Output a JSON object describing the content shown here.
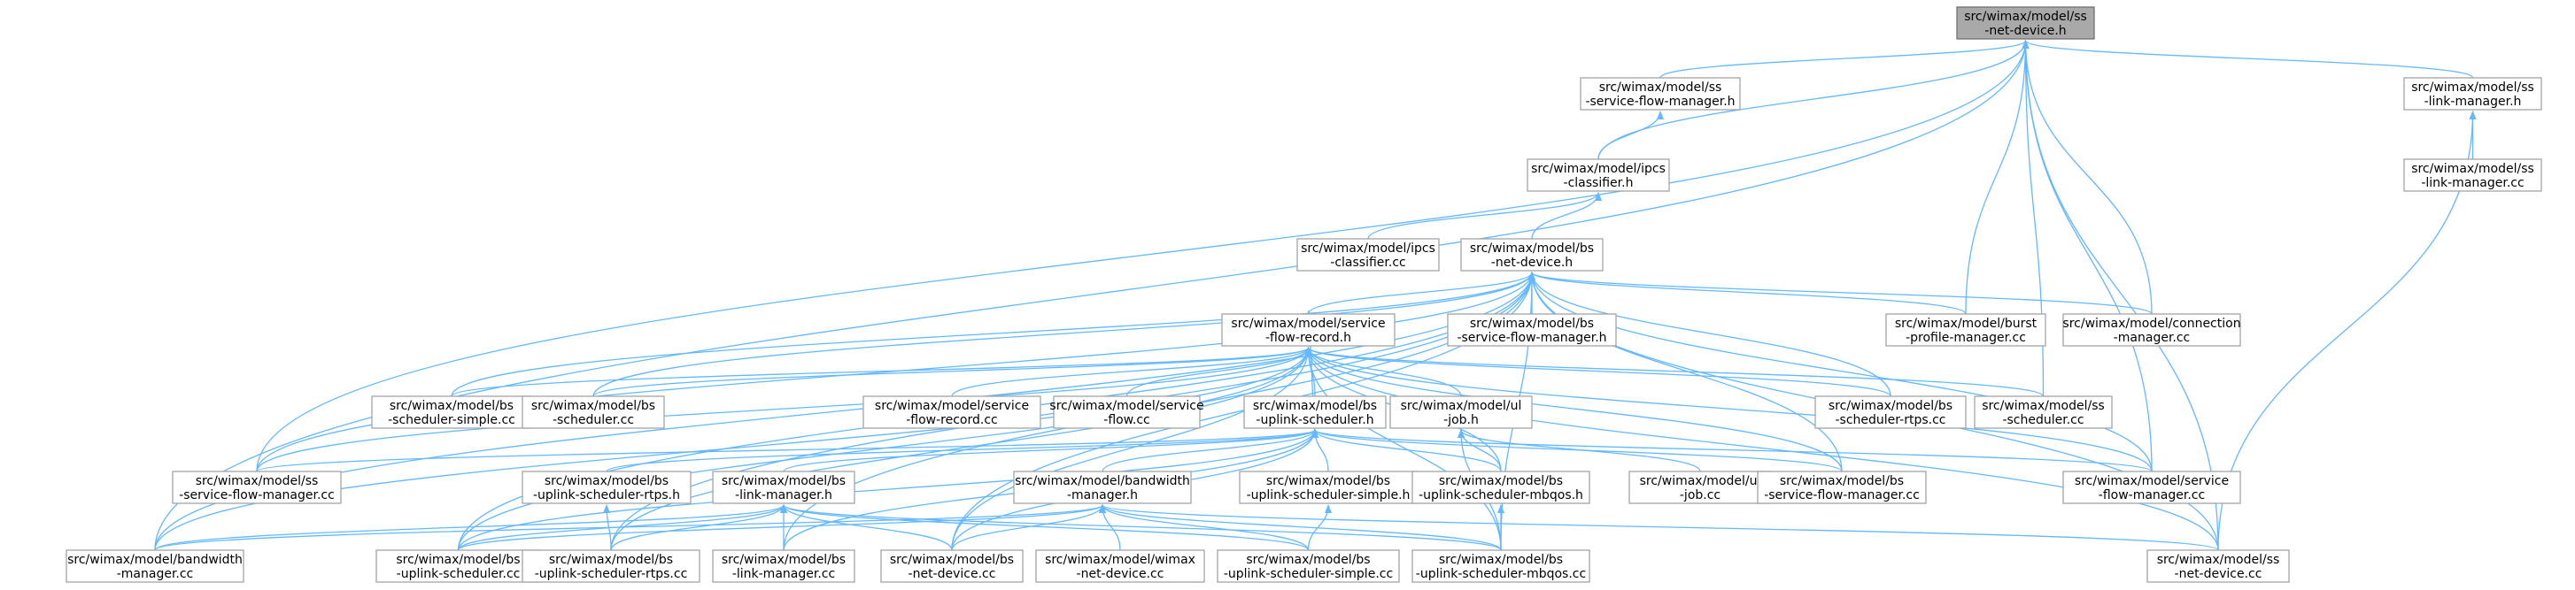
{
  "diagram": {
    "type": "include-dependency-graph",
    "colors": {
      "edge": "#63b8ff",
      "root_fill": "#a9a9a9",
      "node_border": "#a3a3a3",
      "text": "#000000"
    },
    "nodes": [
      {
        "id": "ss-net-device-h",
        "lines": [
          "src/wimax/model/ss",
          "-net-device.h"
        ],
        "root": true
      },
      {
        "id": "ss-service-flow-manager-h",
        "lines": [
          "src/wimax/model/ss",
          "-service-flow-manager.h"
        ]
      },
      {
        "id": "ss-link-manager-h",
        "lines": [
          "src/wimax/model/ss",
          "-link-manager.h"
        ]
      },
      {
        "id": "ipcs-classifier-h",
        "lines": [
          "src/wimax/model/ipcs",
          "-classifier.h"
        ]
      },
      {
        "id": "ss-link-manager-cc",
        "lines": [
          "src/wimax/model/ss",
          "-link-manager.cc"
        ]
      },
      {
        "id": "ipcs-classifier-cc",
        "lines": [
          "src/wimax/model/ipcs",
          "-classifier.cc"
        ]
      },
      {
        "id": "bs-net-device-h",
        "lines": [
          "src/wimax/model/bs",
          "-net-device.h"
        ]
      },
      {
        "id": "burst-profile-manager-cc",
        "lines": [
          "src/wimax/model/burst",
          "-profile-manager.cc"
        ]
      },
      {
        "id": "connection-manager-cc",
        "lines": [
          "src/wimax/model/connection",
          "-manager.cc"
        ]
      },
      {
        "id": "service-flow-record-h",
        "lines": [
          "src/wimax/model/service",
          "-flow-record.h"
        ]
      },
      {
        "id": "bs-service-flow-manager-h",
        "lines": [
          "src/wimax/model/bs",
          "-service-flow-manager.h"
        ]
      },
      {
        "id": "bs-scheduler-simple-cc",
        "lines": [
          "src/wimax/model/bs",
          "-scheduler-simple.cc"
        ]
      },
      {
        "id": "bs-scheduler-cc",
        "lines": [
          "src/wimax/model/bs",
          "-scheduler.cc"
        ]
      },
      {
        "id": "service-flow-record-cc",
        "lines": [
          "src/wimax/model/service",
          "-flow-record.cc"
        ]
      },
      {
        "id": "service-flow-cc",
        "lines": [
          "src/wimax/model/service",
          "-flow.cc"
        ]
      },
      {
        "id": "bs-uplink-scheduler-h",
        "lines": [
          "src/wimax/model/bs",
          "-uplink-scheduler.h"
        ]
      },
      {
        "id": "ul-job-h",
        "lines": [
          "src/wimax/model/ul",
          "-job.h"
        ]
      },
      {
        "id": "bs-scheduler-rtps-cc",
        "lines": [
          "src/wimax/model/bs",
          "-scheduler-rtps.cc"
        ]
      },
      {
        "id": "ss-scheduler-cc",
        "lines": [
          "src/wimax/model/ss",
          "-scheduler.cc"
        ]
      },
      {
        "id": "ss-service-flow-manager-cc",
        "lines": [
          "src/wimax/model/ss",
          "-service-flow-manager.cc"
        ]
      },
      {
        "id": "bs-uplink-scheduler-rtps-h",
        "lines": [
          "src/wimax/model/bs",
          "-uplink-scheduler-rtps.h"
        ]
      },
      {
        "id": "bs-link-manager-h",
        "lines": [
          "src/wimax/model/bs",
          "-link-manager.h"
        ]
      },
      {
        "id": "bandwidth-manager-h",
        "lines": [
          "src/wimax/model/bandwidth",
          "-manager.h"
        ]
      },
      {
        "id": "bs-uplink-scheduler-simple-h",
        "lines": [
          "src/wimax/model/bs",
          "-uplink-scheduler-simple.h"
        ]
      },
      {
        "id": "bs-uplink-scheduler-mbqos-h",
        "lines": [
          "src/wimax/model/bs",
          "-uplink-scheduler-mbqos.h"
        ]
      },
      {
        "id": "ul-job-cc",
        "lines": [
          "src/wimax/model/ul",
          "-job.cc"
        ]
      },
      {
        "id": "bs-service-flow-manager-cc",
        "lines": [
          "src/wimax/model/bs",
          "-service-flow-manager.cc"
        ]
      },
      {
        "id": "service-flow-manager-cc",
        "lines": [
          "src/wimax/model/service",
          "-flow-manager.cc"
        ]
      },
      {
        "id": "bandwidth-manager-cc",
        "lines": [
          "src/wimax/model/bandwidth",
          "-manager.cc"
        ]
      },
      {
        "id": "bs-uplink-scheduler-cc",
        "lines": [
          "src/wimax/model/bs",
          "-uplink-scheduler.cc"
        ]
      },
      {
        "id": "bs-uplink-scheduler-rtps-cc",
        "lines": [
          "src/wimax/model/bs",
          "-uplink-scheduler-rtps.cc"
        ]
      },
      {
        "id": "bs-link-manager-cc",
        "lines": [
          "src/wimax/model/bs",
          "-link-manager.cc"
        ]
      },
      {
        "id": "bs-net-device-cc",
        "lines": [
          "src/wimax/model/bs",
          "-net-device.cc"
        ]
      },
      {
        "id": "wimax-net-device-cc",
        "lines": [
          "src/wimax/model/wimax",
          "-net-device.cc"
        ]
      },
      {
        "id": "bs-uplink-scheduler-simple-cc",
        "lines": [
          "src/wimax/model/bs",
          "-uplink-scheduler-simple.cc"
        ]
      },
      {
        "id": "bs-uplink-scheduler-mbqos-cc",
        "lines": [
          "src/wimax/model/bs",
          "-uplink-scheduler-mbqos.cc"
        ]
      },
      {
        "id": "ss-net-device-cc",
        "lines": [
          "src/wimax/model/ss",
          "-net-device.cc"
        ]
      }
    ],
    "edges": [
      [
        "ss-service-flow-manager-h",
        "ss-net-device-h"
      ],
      [
        "ss-link-manager-h",
        "ss-net-device-h"
      ],
      [
        "ipcs-classifier-h",
        "ss-net-device-h"
      ],
      [
        "burst-profile-manager-cc",
        "ss-net-device-h"
      ],
      [
        "connection-manager-cc",
        "ss-net-device-h"
      ],
      [
        "ss-scheduler-cc",
        "ss-net-device-h"
      ],
      [
        "service-flow-manager-cc",
        "ss-net-device-h"
      ],
      [
        "ss-service-flow-manager-cc",
        "ss-net-device-h"
      ],
      [
        "bandwidth-manager-cc",
        "ss-net-device-h"
      ],
      [
        "ss-net-device-cc",
        "ss-net-device-h"
      ],
      [
        "ipcs-classifier-h",
        "ss-service-flow-manager-h"
      ],
      [
        "ss-link-manager-cc",
        "ss-link-manager-h"
      ],
      [
        "ss-net-device-cc",
        "ss-link-manager-h"
      ],
      [
        "ipcs-classifier-cc",
        "ipcs-classifier-h"
      ],
      [
        "bs-net-device-h",
        "ipcs-classifier-h"
      ],
      [
        "burst-profile-manager-cc",
        "bs-net-device-h"
      ],
      [
        "connection-manager-cc",
        "bs-net-device-h"
      ],
      [
        "service-flow-record-h",
        "bs-net-device-h"
      ],
      [
        "bs-service-flow-manager-h",
        "bs-net-device-h"
      ],
      [
        "bs-scheduler-simple-cc",
        "bs-net-device-h"
      ],
      [
        "bs-scheduler-cc",
        "bs-net-device-h"
      ],
      [
        "bs-scheduler-rtps-cc",
        "bs-net-device-h"
      ],
      [
        "ss-service-flow-manager-cc",
        "bs-net-device-h"
      ],
      [
        "bs-service-flow-manager-cc",
        "bs-net-device-h"
      ],
      [
        "service-flow-manager-cc",
        "bs-net-device-h"
      ],
      [
        "bandwidth-manager-cc",
        "bs-net-device-h"
      ],
      [
        "bs-uplink-scheduler-cc",
        "bs-net-device-h"
      ],
      [
        "bs-uplink-scheduler-rtps-cc",
        "bs-net-device-h"
      ],
      [
        "bs-link-manager-cc",
        "bs-net-device-h"
      ],
      [
        "bs-net-device-cc",
        "bs-net-device-h"
      ],
      [
        "bs-uplink-scheduler-mbqos-cc",
        "bs-net-device-h"
      ],
      [
        "ss-net-device-cc",
        "bs-net-device-h"
      ],
      [
        "bs-scheduler-simple-cc",
        "service-flow-record-h"
      ],
      [
        "bs-scheduler-cc",
        "service-flow-record-h"
      ],
      [
        "service-flow-record-cc",
        "service-flow-record-h"
      ],
      [
        "service-flow-cc",
        "service-flow-record-h"
      ],
      [
        "bs-uplink-scheduler-h",
        "service-flow-record-h"
      ],
      [
        "ul-job-h",
        "service-flow-record-h"
      ],
      [
        "bs-scheduler-rtps-cc",
        "service-flow-record-h"
      ],
      [
        "ss-scheduler-cc",
        "service-flow-record-h"
      ],
      [
        "ss-service-flow-manager-cc",
        "service-flow-record-h"
      ],
      [
        "bs-uplink-scheduler-mbqos-h",
        "service-flow-record-h"
      ],
      [
        "bs-service-flow-manager-cc",
        "service-flow-record-h"
      ],
      [
        "service-flow-manager-cc",
        "service-flow-record-h"
      ],
      [
        "bandwidth-manager-cc",
        "service-flow-record-h"
      ],
      [
        "bs-uplink-scheduler-cc",
        "service-flow-record-h"
      ],
      [
        "bs-uplink-scheduler-rtps-cc",
        "service-flow-record-h"
      ],
      [
        "bs-net-device-cc",
        "service-flow-record-h"
      ],
      [
        "bs-uplink-scheduler-mbqos-cc",
        "service-flow-record-h"
      ],
      [
        "ss-net-device-cc",
        "service-flow-record-h"
      ],
      [
        "service-flow-record-h",
        "bs-uplink-scheduler-h"
      ],
      [
        "ss-service-flow-manager-cc",
        "bs-uplink-scheduler-h"
      ],
      [
        "bs-uplink-scheduler-rtps-h",
        "bs-uplink-scheduler-h"
      ],
      [
        "bs-link-manager-h",
        "bs-uplink-scheduler-h"
      ],
      [
        "bandwidth-manager-h",
        "bs-uplink-scheduler-h"
      ],
      [
        "bs-uplink-scheduler-simple-h",
        "bs-uplink-scheduler-h"
      ],
      [
        "bs-uplink-scheduler-mbqos-h",
        "bs-uplink-scheduler-h"
      ],
      [
        "bs-service-flow-manager-cc",
        "bs-uplink-scheduler-h"
      ],
      [
        "service-flow-manager-cc",
        "bs-uplink-scheduler-h"
      ],
      [
        "bs-uplink-scheduler-cc",
        "bs-uplink-scheduler-h"
      ],
      [
        "bs-link-manager-cc",
        "bs-uplink-scheduler-h"
      ],
      [
        "bs-net-device-cc",
        "bs-uplink-scheduler-h"
      ],
      [
        "bs-uplink-scheduler-mbqos-h",
        "ul-job-h"
      ],
      [
        "ul-job-cc",
        "ul-job-h"
      ],
      [
        "bs-uplink-scheduler-mbqos-cc",
        "ul-job-h"
      ],
      [
        "bs-uplink-scheduler-rtps-cc",
        "bs-uplink-scheduler-rtps-h"
      ],
      [
        "bandwidth-manager-cc",
        "bs-link-manager-h"
      ],
      [
        "bs-uplink-scheduler-cc",
        "bs-link-manager-h"
      ],
      [
        "bs-uplink-scheduler-rtps-cc",
        "bs-link-manager-h"
      ],
      [
        "bs-link-manager-cc",
        "bs-link-manager-h"
      ],
      [
        "bs-net-device-cc",
        "bs-link-manager-h"
      ],
      [
        "bs-uplink-scheduler-simple-cc",
        "bs-link-manager-h"
      ],
      [
        "bs-uplink-scheduler-mbqos-cc",
        "bs-link-manager-h"
      ],
      [
        "bandwidth-manager-cc",
        "bandwidth-manager-h"
      ],
      [
        "bs-uplink-scheduler-cc",
        "bandwidth-manager-h"
      ],
      [
        "bs-net-device-cc",
        "bandwidth-manager-h"
      ],
      [
        "wimax-net-device-cc",
        "bandwidth-manager-h"
      ],
      [
        "bs-uplink-scheduler-simple-cc",
        "bandwidth-manager-h"
      ],
      [
        "bs-uplink-scheduler-mbqos-cc",
        "bandwidth-manager-h"
      ],
      [
        "ss-net-device-cc",
        "bandwidth-manager-h"
      ],
      [
        "bs-uplink-scheduler-simple-cc",
        "bs-uplink-scheduler-simple-h"
      ],
      [
        "bs-uplink-scheduler-mbqos-cc",
        "bs-uplink-scheduler-mbqos-h"
      ]
    ]
  }
}
